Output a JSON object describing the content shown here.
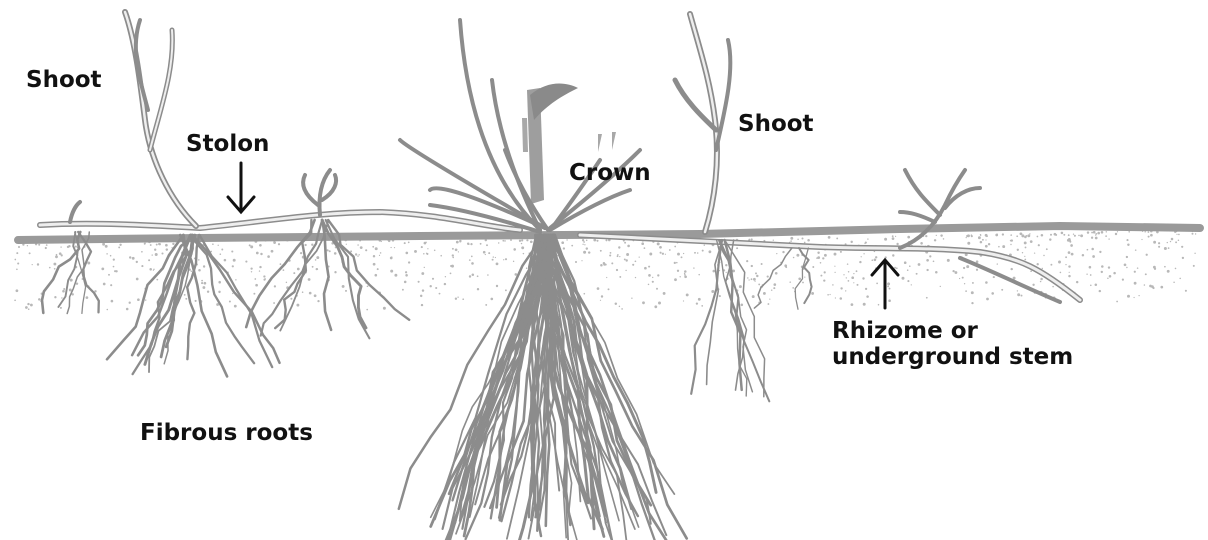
{
  "diagram": {
    "labels": {
      "shoot_left": "Shoot",
      "stolon": "Stolon",
      "crown": "Crown",
      "shoot_right": "Shoot",
      "rhizome": "Rhizome or\nunderground stem",
      "fibrous_roots": "Fibrous roots"
    },
    "colors": {
      "soil_line": "#9a9a9a",
      "soil_speckle": "#b8b8b8",
      "plant_fill": "#e9e9e9",
      "plant_stroke": "#8c8c8c",
      "label_text": "#111111",
      "arrow": "#111111",
      "stake": "#9e9e9e"
    }
  }
}
